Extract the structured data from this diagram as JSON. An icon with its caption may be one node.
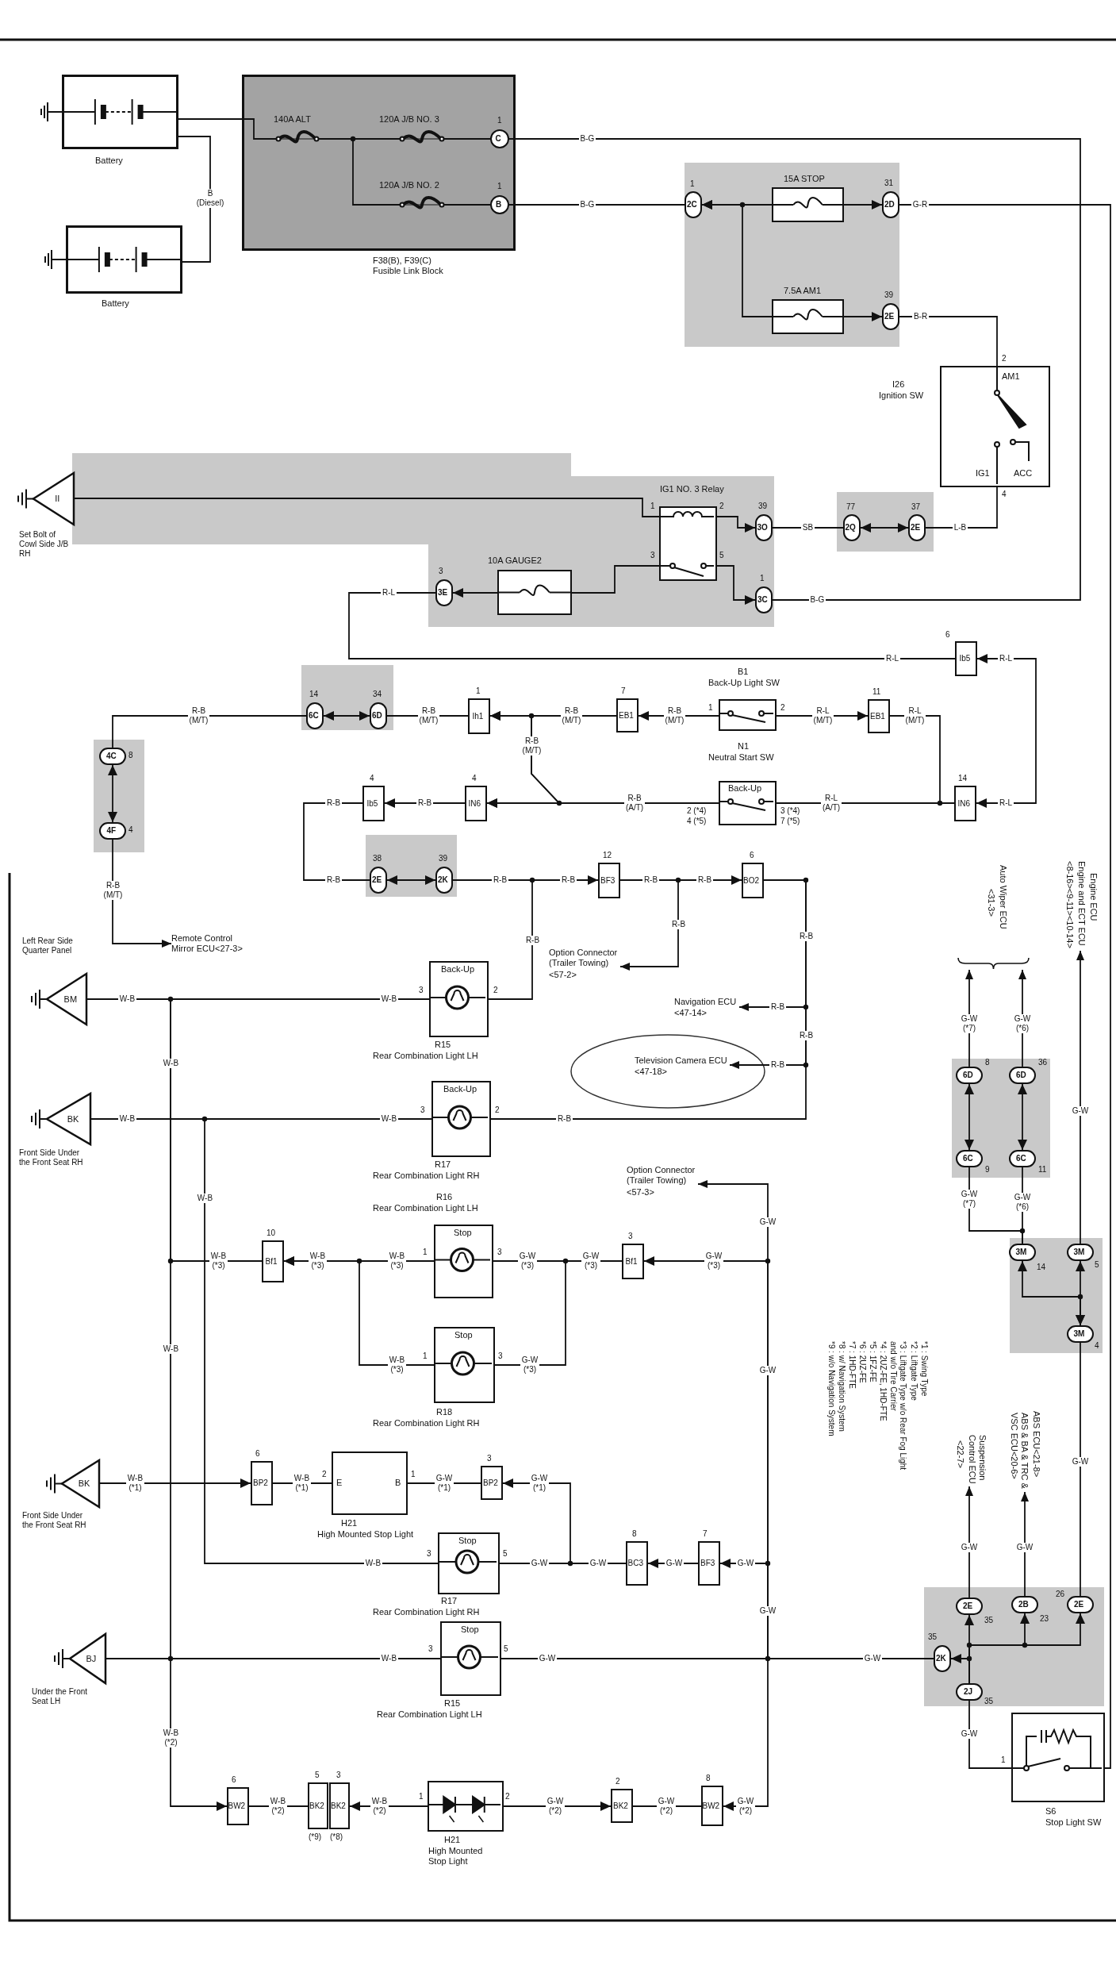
{
  "diagram": {
    "nodes": [
      {
        "text": [
          "Battery"
        ]
      },
      {
        "text": [
          "Battery"
        ]
      },
      {
        "text": [
          "F38(B), F39(C) Fusible Link Block"
        ]
      },
      {
        "text": [
          "140A ALT"
        ],
        "in": 2
      },
      {
        "text": [
          "120A J/B NO. 3"
        ],
        "in": 2
      },
      {
        "text": [
          "120A J/B NO. 2"
        ],
        "in": 2
      },
      {
        "text": [
          "C"
        ],
        "beside": [
          "1"
        ],
        "in": 2
      },
      {
        "text": [
          "B"
        ],
        "beside": [
          "1"
        ],
        "in": 2
      },
      {
        "text": [],
        "shape": "box"
      },
      {
        "text": [
          "2C"
        ],
        "beside": [
          "1"
        ],
        "in": 8
      },
      {
        "text": [
          "15A STOP"
        ],
        "in": 8
      },
      {
        "text": [
          "7.5A AM1"
        ],
        "in": 8
      },
      {
        "text": [
          "2D"
        ],
        "beside": [
          "31"
        ],
        "in": 8
      },
      {
        "text": [
          "2E"
        ],
        "beside": [
          "39"
        ],
        "in": 8
      },
      {
        "text": [
          "I26",
          "Ignition SW",
          "AM1",
          "ACC",
          "IG1"
        ],
        "beside": [
          "2",
          "4"
        ]
      },
      {
        "text": [],
        "shape": "box"
      },
      {
        "text": [
          "2Q"
        ],
        "beside": [
          "77"
        ],
        "in": 15
      },
      {
        "text": [
          "2E"
        ],
        "beside": [
          "37"
        ],
        "in": 15
      },
      {
        "text": [],
        "shape": "box"
      },
      {
        "text": [
          "IG1 NO. 3 Relay"
        ],
        "beside": [
          "1",
          "2",
          "3",
          "5"
        ],
        "in": 18
      },
      {
        "text": [
          "3O"
        ],
        "beside": [
          "39"
        ],
        "in": 18
      },
      {
        "text": [
          "3C"
        ],
        "beside": [
          "1"
        ],
        "in": 18
      },
      {
        "text": [
          "10A GAUGE2"
        ],
        "in": 18
      },
      {
        "text": [
          "3E"
        ],
        "beside": [
          "3"
        ],
        "in": 18
      },
      {
        "text": [
          "II"
        ],
        "beside": [
          "Set Bolt of Cowl Side J/B RH"
        ]
      },
      {
        "text": [
          "Ib5"
        ],
        "beside": [
          "6"
        ]
      },
      {
        "text": [
          "IN6"
        ],
        "beside": [
          "14"
        ]
      },
      {
        "text": [
          "EB1"
        ],
        "beside": [
          "11"
        ]
      },
      {
        "text": [
          "B1",
          "Back-Up Light SW"
        ],
        "beside": [
          "1",
          "2"
        ]
      },
      {
        "text": [
          "EB1"
        ],
        "beside": [
          "7"
        ]
      },
      {
        "text": [
          "N1",
          "Neutral Start SW",
          "Back-Up"
        ],
        "beside": [
          "3 (*4)",
          "7 (*5)",
          "2 (*4)",
          "4 (*5)"
        ]
      },
      {
        "text": [
          "Ih1"
        ],
        "beside": [
          "1"
        ]
      },
      {
        "text": [],
        "shape": "box"
      },
      {
        "text": [
          "6D"
        ],
        "beside": [
          "34"
        ],
        "in": 32
      },
      {
        "text": [
          "6C"
        ],
        "beside": [
          "14"
        ],
        "in": 32
      },
      {
        "text": [],
        "shape": "box"
      },
      {
        "text": [
          "4C"
        ],
        "beside": [
          "8"
        ],
        "in": 35
      },
      {
        "text": [
          "4F"
        ],
        "beside": [
          "4"
        ],
        "in": 35
      },
      {
        "text": [
          "IN6"
        ],
        "beside": [
          "4"
        ]
      },
      {
        "text": [
          "Ib5"
        ],
        "beside": [
          "4"
        ]
      },
      {
        "text": [],
        "shape": "box"
      },
      {
        "text": [
          "2E"
        ],
        "beside": [
          "38"
        ],
        "in": 40
      },
      {
        "text": [
          "2K"
        ],
        "beside": [
          "39"
        ],
        "in": 40
      },
      {
        "text": [
          "BF3"
        ],
        "beside": [
          "12"
        ]
      },
      {
        "text": [
          "BO2"
        ],
        "beside": [
          "6"
        ]
      },
      {
        "text": [
          "Option Connector (Trailer Towing)",
          "<57-2>"
        ]
      },
      {
        "text": [
          "Navigation ECU",
          "<47-14>"
        ]
      },
      {
        "text": [
          "Television Camera ECU",
          "<47-18>"
        ]
      },
      {
        "text": [
          "Back-Up",
          "R15",
          "Rear Combination Light LH"
        ],
        "beside": [
          "2",
          "3"
        ]
      },
      {
        "text": [
          "Back-Up",
          "R17",
          "Rear Combination Light RH"
        ],
        "beside": [
          "2",
          "3"
        ]
      },
      {
        "text": [
          "R16",
          "Rear Combination Light LH",
          "Stop"
        ],
        "beside": [
          "3",
          "1"
        ]
      },
      {
        "text": [
          "Stop",
          "R18",
          "Rear Combination Light RH"
        ],
        "beside": [
          "3",
          "1"
        ]
      },
      {
        "text": [
          "Bf1"
        ],
        "beside": [
          "10"
        ]
      },
      {
        "text": [
          "Bf1"
        ],
        "beside": [
          "3"
        ]
      },
      {
        "text": [
          "Option Connector (Trailer Towing)",
          "<57-3>"
        ]
      },
      {
        "text": [
          "H21",
          "High Mounted Stop Light",
          "B",
          "E"
        ],
        "beside": [
          "1",
          "2"
        ]
      },
      {
        "text": [
          "BP2"
        ],
        "beside": [
          "3"
        ]
      },
      {
        "text": [
          "BP2"
        ],
        "beside": [
          "6"
        ]
      },
      {
        "text": [
          "Stop",
          "R17",
          "Rear Combination Light RH"
        ],
        "beside": [
          "5",
          "3"
        ]
      },
      {
        "text": [
          "BF3"
        ],
        "beside": [
          "7"
        ]
      },
      {
        "text": [
          "BC3"
        ],
        "beside": [
          "8"
        ]
      },
      {
        "text": [
          "Stop",
          "R15",
          "Rear Combination Light LH"
        ],
        "beside": [
          "5",
          "3"
        ]
      },
      {
        "text": [
          "H21",
          "High Mounted Stop Light"
        ],
        "beside": [
          "1",
          "2"
        ]
      },
      {
        "text": [
          "BK2"
        ],
        "beside": [
          "3",
          "(*8)"
        ]
      },
      {
        "text": [
          "BK2"
        ],
        "beside": [
          "5",
          "(*9)"
        ]
      },
      {
        "text": [
          "BW2"
        ],
        "beside": [
          "6"
        ]
      },
      {
        "text": [
          "BK2"
        ],
        "beside": [
          "2"
        ]
      },
      {
        "text": [
          "BW2"
        ],
        "beside": [
          "8"
        ]
      },
      {
        "text": [
          "BM"
        ],
        "beside": [
          "Left Rear Side Quarter Panel"
        ]
      },
      {
        "text": [
          "BK"
        ],
        "beside": [
          "Front Side Under the Front Seat RH"
        ]
      },
      {
        "text": [
          "BK"
        ],
        "beside": [
          "Front Side Under the Front Seat RH"
        ]
      },
      {
        "text": [
          "BJ"
        ],
        "beside": [
          "Under the Front Seat LH"
        ]
      },
      {
        "text": [
          "Remote Control Mirror ECU<27-3>"
        ]
      },
      {
        "text": [
          "Engine ECU",
          "Engine and ECT ECU",
          "<8-16><9-11><10-14>"
        ]
      },
      {
        "text": [
          "Auto Wiper ECU",
          "<31-3>"
        ]
      },
      {
        "text": [],
        "shape": "box"
      },
      {
        "text": [
          "6D"
        ],
        "beside": [
          "36"
        ],
        "in": 75
      },
      {
        "text": [
          "6D"
        ],
        "beside": [
          "8"
        ],
        "in": 75
      },
      {
        "text": [
          "6C"
        ],
        "beside": [
          "11"
        ],
        "in": 75
      },
      {
        "text": [
          "6C"
        ],
        "beside": [
          "9"
        ],
        "in": 75
      },
      {
        "text": [],
        "shape": "box"
      },
      {
        "text": [
          "3M"
        ],
        "beside": [
          "5"
        ],
        "in": 80
      },
      {
        "text": [
          "3M"
        ],
        "beside": [
          "14"
        ],
        "in": 80
      },
      {
        "text": [
          "3M"
        ],
        "beside": [
          "4"
        ],
        "in": 80
      },
      {
        "text": [
          "ABS ECU<21-8>",
          "ABS & BA & TRC & VSC ECU<20-6>"
        ]
      },
      {
        "text": [
          "Suspension Control ECU",
          "<22-7>"
        ]
      },
      {
        "text": [],
        "shape": "box"
      },
      {
        "text": [
          "2E"
        ],
        "beside": [
          "26"
        ],
        "in": 86
      },
      {
        "text": [
          "2B"
        ],
        "beside": [
          "23"
        ],
        "in": 86
      },
      {
        "text": [
          "2E"
        ],
        "beside": [
          "35"
        ],
        "in": 86
      },
      {
        "text": [
          "2K"
        ],
        "beside": [
          "35"
        ],
        "in": 86
      },
      {
        "text": [
          "2J"
        ],
        "beside": [
          "35"
        ],
        "in": 86
      },
      {
        "text": [
          "S6",
          "Stop Light SW"
        ],
        "beside": [
          "1"
        ]
      }
    ],
    "edges": [
      {
        "from": 1,
        "to": 0,
        "arrow": "none",
        "label": "B (Diesel)"
      },
      {
        "from": 0,
        "to": 3,
        "arrow": "none"
      },
      {
        "from": 3,
        "to": 4,
        "arrow": "none"
      },
      {
        "from": 3,
        "to": 5,
        "arrow": "none"
      },
      {
        "from": 4,
        "to": 6,
        "arrow": "none"
      },
      {
        "from": 5,
        "to": 7,
        "arrow": "none"
      },
      {
        "from": 6,
        "to": 21,
        "arrow": "none",
        "label": "B-G"
      },
      {
        "from": 7,
        "to": 9,
        "arrow": "none",
        "label": "B-G"
      },
      {
        "from": 10,
        "to": 9,
        "arrow": "to"
      },
      {
        "from": 10,
        "to": 12,
        "arrow": "to"
      },
      {
        "from": 11,
        "to": 9,
        "arrow": "to"
      },
      {
        "from": 11,
        "to": 13,
        "arrow": "to"
      },
      {
        "from": 12,
        "to": 92,
        "arrow": "none",
        "label": "G-R"
      },
      {
        "from": 13,
        "to": 14,
        "arrow": "none",
        "label": "B-R"
      },
      {
        "from": 14,
        "to": 17,
        "arrow": "none",
        "label": "L-B"
      },
      {
        "from": 17,
        "to": 16,
        "arrow": "both"
      },
      {
        "from": 16,
        "to": 20,
        "arrow": "none",
        "label": "SB"
      },
      {
        "from": 19,
        "to": 20,
        "arrow": "to"
      },
      {
        "from": 19,
        "to": 21,
        "arrow": "to"
      },
      {
        "from": 19,
        "to": 22,
        "arrow": "none"
      },
      {
        "from": 22,
        "to": 23,
        "arrow": "to"
      },
      {
        "from": 24,
        "to": 19,
        "arrow": "none"
      },
      {
        "from": 23,
        "to": 25,
        "arrow": "none",
        "label": "R-L"
      },
      {
        "from": 26,
        "to": 25,
        "arrow": "both",
        "label": "R-L"
      },
      {
        "from": 26,
        "to": 30,
        "arrow": "none",
        "label": "R-L (A/T)"
      },
      {
        "from": 26,
        "to": 27,
        "arrow": "none",
        "label": "R-L (M/T)"
      },
      {
        "from": 28,
        "to": 27,
        "arrow": "to",
        "label": "R-L (M/T)"
      },
      {
        "from": 28,
        "to": 29,
        "arrow": "to",
        "label": "R-B (M/T)"
      },
      {
        "from": 29,
        "to": 31,
        "arrow": "to",
        "label": "R-B (M/T)"
      },
      {
        "from": 29,
        "to": 38,
        "arrow": "to",
        "label": "R-B (M/T)"
      },
      {
        "from": 30,
        "to": 38,
        "arrow": "to",
        "label": "R-B (A/T)"
      },
      {
        "from": 30,
        "to": 31,
        "arrow": "to"
      },
      {
        "from": 31,
        "to": 33,
        "arrow": "none",
        "label": "R-B (M/T)"
      },
      {
        "from": 33,
        "to": 34,
        "arrow": "both"
      },
      {
        "from": 34,
        "to": 36,
        "arrow": "none",
        "label": "R-B (M/T)"
      },
      {
        "from": 36,
        "to": 37,
        "arrow": "both"
      },
      {
        "from": 37,
        "to": 72,
        "arrow": "to",
        "label": "R-B (M/T)"
      },
      {
        "from": 38,
        "to": 39,
        "arrow": "to",
        "label": "R-B"
      },
      {
        "from": 39,
        "to": 41,
        "arrow": "none",
        "label": "R-B"
      },
      {
        "from": 41,
        "to": 42,
        "arrow": "both"
      },
      {
        "from": 42,
        "to": 43,
        "arrow": "to",
        "label": "R-B"
      },
      {
        "from": 42,
        "to": 48,
        "arrow": "none",
        "label": "R-B"
      },
      {
        "from": 43,
        "to": 44,
        "arrow": "to",
        "label": "R-B"
      },
      {
        "from": 43,
        "to": 45,
        "arrow": "to",
        "label": "R-B"
      },
      {
        "from": 44,
        "to": 46,
        "arrow": "to",
        "label": "R-B"
      },
      {
        "from": 44,
        "to": 47,
        "arrow": "to",
        "label": "R-B"
      },
      {
        "from": 44,
        "to": 49,
        "arrow": "none",
        "label": "R-B"
      },
      {
        "from": 48,
        "to": 68,
        "arrow": "none",
        "label": "W-B"
      },
      {
        "from": 49,
        "to": 69,
        "arrow": "none",
        "label": "W-B"
      },
      {
        "from": 52,
        "to": 68,
        "arrow": "none",
        "label": "W-B (*3)"
      },
      {
        "from": 61,
        "to": 71,
        "arrow": "none",
        "label": "W-B"
      },
      {
        "from": 71,
        "to": 65,
        "arrow": "to",
        "label": "W-B (*2)"
      },
      {
        "from": 68,
        "to": 71,
        "arrow": "none",
        "label": "W-B"
      },
      {
        "from": 58,
        "to": 69,
        "arrow": "none",
        "label": "W-B"
      },
      {
        "from": 70,
        "to": 57,
        "arrow": "to",
        "label": "W-B (*1)"
      },
      {
        "from": 55,
        "to": 57,
        "arrow": "none",
        "label": "W-B (*1)"
      },
      {
        "from": 55,
        "to": 56,
        "arrow": "none",
        "label": "G-W (*1)"
      },
      {
        "from": 60,
        "to": 56,
        "arrow": "to",
        "label": "G-W (*1)"
      },
      {
        "from": 60,
        "to": 58,
        "arrow": "none",
        "label": "G-W"
      },
      {
        "from": 59,
        "to": 60,
        "arrow": "to",
        "label": "G-W"
      },
      {
        "from": 90,
        "to": 53,
        "arrow": "to",
        "label": "G-W (*3)"
      },
      {
        "from": 90,
        "to": 54,
        "arrow": "to",
        "label": "G-W"
      },
      {
        "from": 90,
        "to": 59,
        "arrow": "to",
        "label": "G-W"
      },
      {
        "from": 90,
        "to": 67,
        "arrow": "to",
        "label": "G-W (*2)"
      },
      {
        "from": 90,
        "to": 61,
        "arrow": "none",
        "label": "G-W"
      },
      {
        "from": 62,
        "to": 66,
        "arrow": "to",
        "label": "G-W (*2)"
      },
      {
        "from": 66,
        "to": 67,
        "arrow": "none",
        "label": "G-W (*2)"
      },
      {
        "from": 62,
        "to": 63,
        "arrow": "to",
        "label": "W-B (*2)"
      },
      {
        "from": 64,
        "to": 65,
        "arrow": "none",
        "label": "W-B (*2)"
      },
      {
        "from": 50,
        "to": 52,
        "arrow": "to",
        "label": "W-B (*3)"
      },
      {
        "from": 51,
        "to": 52,
        "arrow": "to",
        "label": "W-B (*3)"
      },
      {
        "from": 53,
        "to": 50,
        "arrow": "none",
        "label": "G-W (*3)"
      },
      {
        "from": 53,
        "to": 51,
        "arrow": "none",
        "label": "G-W (*3)"
      },
      {
        "from": 83,
        "to": 81,
        "arrow": "both"
      },
      {
        "from": 83,
        "to": 82,
        "arrow": "both"
      },
      {
        "from": 81,
        "to": 73,
        "arrow": "to",
        "label": "G-W"
      },
      {
        "from": 82,
        "to": 78,
        "arrow": "none",
        "label": "G-W (*6)"
      },
      {
        "from": 82,
        "to": 79,
        "arrow": "none",
        "label": "G-W (*7)"
      },
      {
        "from": 78,
        "to": 76,
        "arrow": "both"
      },
      {
        "from": 79,
        "to": 77,
        "arrow": "both"
      },
      {
        "from": 76,
        "to": 74,
        "arrow": "to",
        "label": "G-W (*6)"
      },
      {
        "from": 77,
        "to": 74,
        "arrow": "to",
        "label": "G-W (*7)"
      },
      {
        "from": 87,
        "to": 83,
        "arrow": "none",
        "label": "G-W"
      },
      {
        "from": 91,
        "to": 87,
        "arrow": "to"
      },
      {
        "from": 91,
        "to": 88,
        "arrow": "to"
      },
      {
        "from": 91,
        "to": 89,
        "arrow": "to"
      },
      {
        "from": 91,
        "to": 90,
        "arrow": "to"
      },
      {
        "from": 88,
        "to": 84,
        "arrow": "to",
        "label": "G-W"
      },
      {
        "from": 89,
        "to": 85,
        "arrow": "to",
        "label": "G-W"
      },
      {
        "from": 92,
        "to": 91,
        "arrow": "none",
        "label": "G-W"
      }
    ],
    "labels": [
      "B-G",
      "R-L",
      "R-L",
      "R-B",
      "R-B",
      "R-B",
      "R-B",
      "R-B",
      "W-B",
      "W-B",
      "W-B",
      "W-B",
      "W-B (*3)",
      "G-W (*3)",
      "G-W",
      "G-W",
      "G-W",
      "G-W",
      "*1 : Swing Type",
      "*2 : Liftgate Type",
      "*3 : Liftgate Type w/o Rear Fog Light and w/o Tire Carrier",
      "*4 : 2UZ-FE, 1HD-FTE",
      "*5 : 1FZ-FE",
      "*6 : 2UZ-FE",
      "*7 : 1HD-FTE",
      "*8 : w/ Navigation System",
      "*9 : w/o Navigation System"
    ]
  }
}
